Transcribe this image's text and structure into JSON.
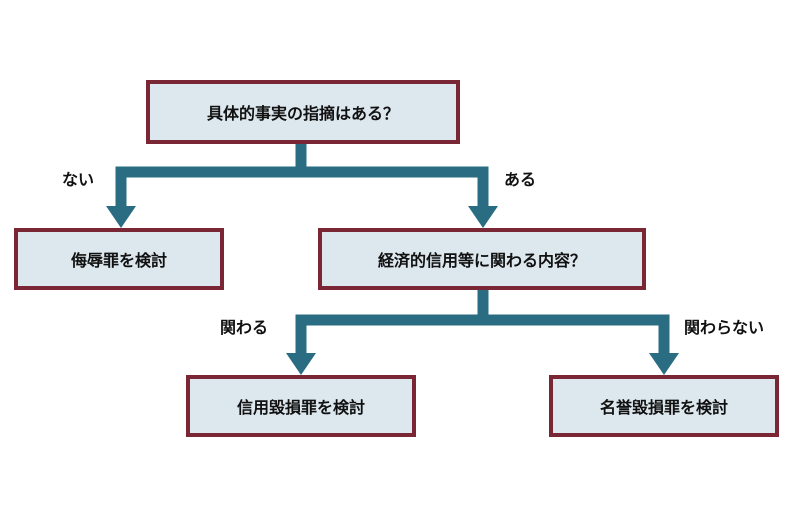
{
  "colors": {
    "box_fill": "#dde8ee",
    "box_border": "#7a2634",
    "connector": "#2a6c82",
    "text": "#111111"
  },
  "nodes": {
    "q1": "具体的事実の指摘はある？",
    "r1": "侮辱罪を検討",
    "q2": "経済的信用等に関わる内容？",
    "r2": "信用毀損罪を検討",
    "r3": "名誉毀損罪を検討"
  },
  "edges": {
    "q1_no": "ない",
    "q1_yes": "ある",
    "q2_related": "関わる",
    "q2_unrelated": "関わらない"
  }
}
